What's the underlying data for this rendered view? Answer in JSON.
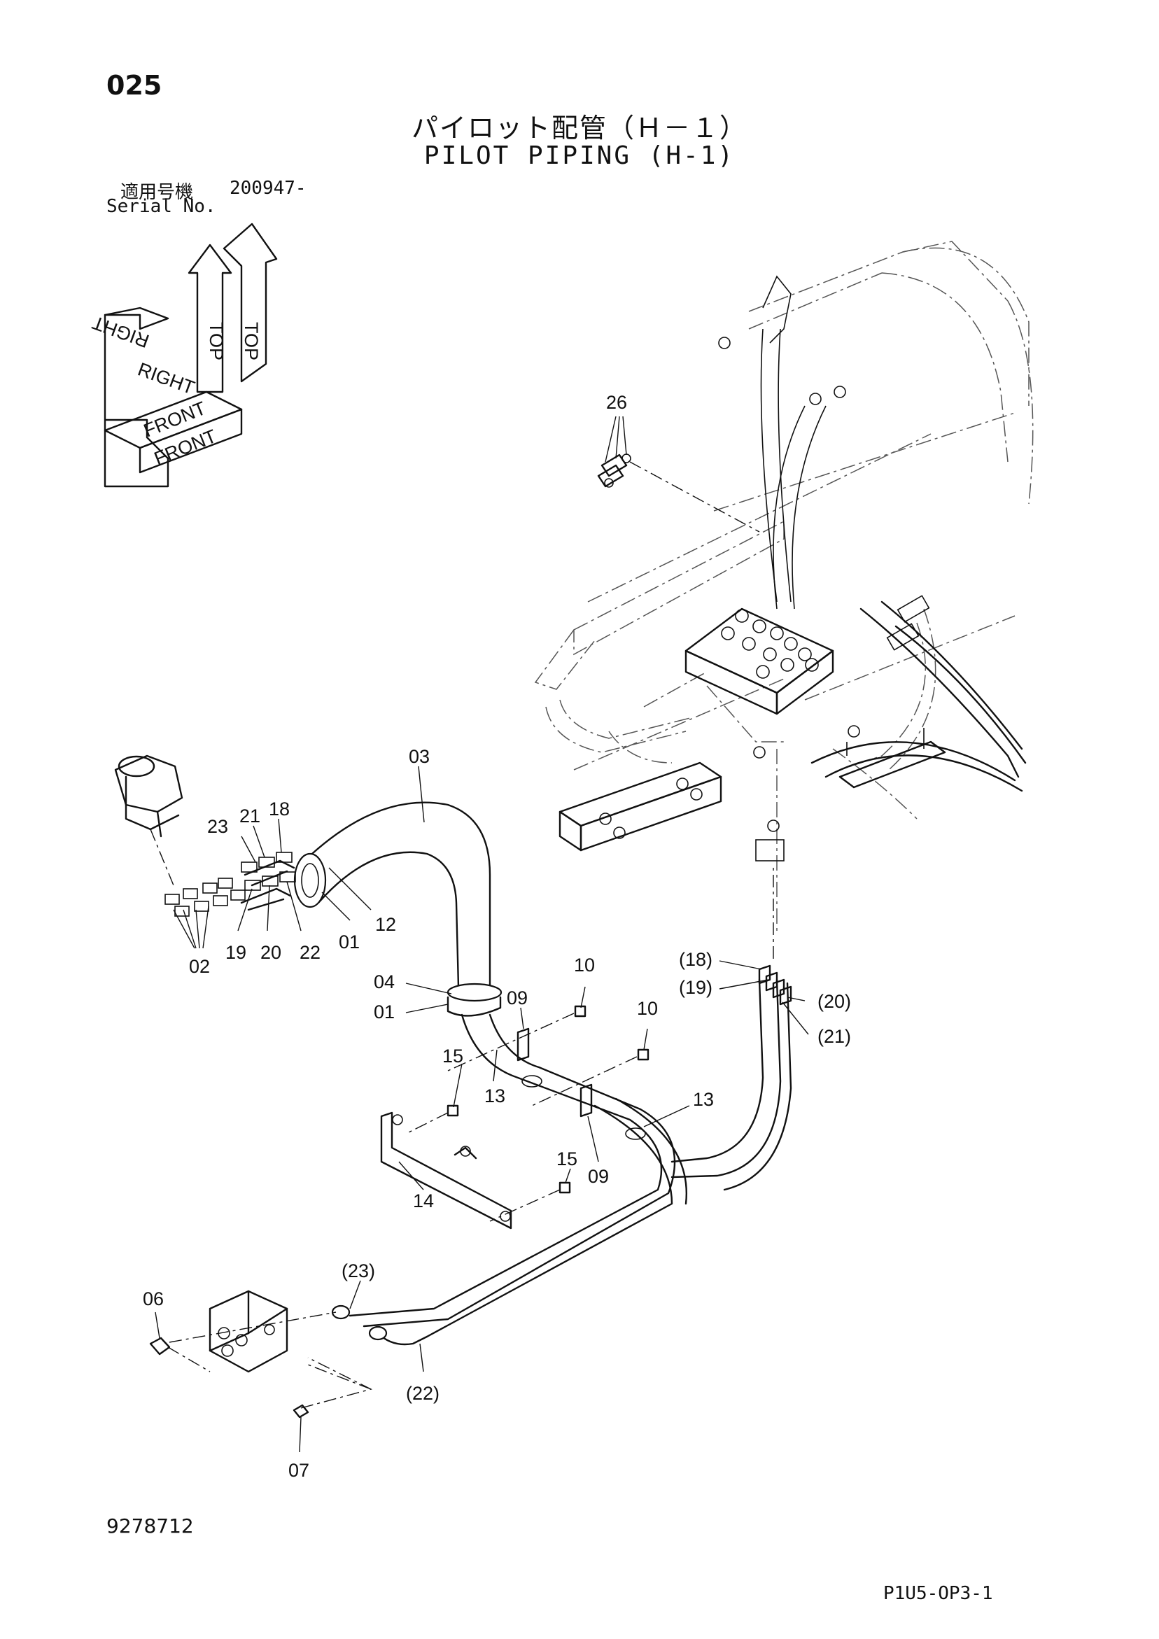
{
  "header": {
    "page_number": "025",
    "title_jp": "パイロット配管（Ｈ－１）",
    "title_en": "PILOT PIPING (H-1)",
    "serial_label_jp": "適用号機",
    "serial_number": "200947-",
    "serial_label_en": "Serial No."
  },
  "orientation": {
    "top": "TOP",
    "right": "RIGHT",
    "front": "FRONT"
  },
  "callouts": [
    {
      "id": "c26",
      "text": "26"
    },
    {
      "id": "c03",
      "text": "03"
    },
    {
      "id": "c23",
      "text": "23"
    },
    {
      "id": "c21",
      "text": "21"
    },
    {
      "id": "c18",
      "text": "18"
    },
    {
      "id": "c12",
      "text": "12"
    },
    {
      "id": "c19",
      "text": "19"
    },
    {
      "id": "c20",
      "text": "20"
    },
    {
      "id": "c22",
      "text": "22"
    },
    {
      "id": "c01a",
      "text": "01"
    },
    {
      "id": "c02",
      "text": "02"
    },
    {
      "id": "c04",
      "text": "04"
    },
    {
      "id": "c01b",
      "text": "01"
    },
    {
      "id": "c09a",
      "text": "09"
    },
    {
      "id": "c10a",
      "text": "10"
    },
    {
      "id": "c10b",
      "text": "10"
    },
    {
      "id": "c15a",
      "text": "15"
    },
    {
      "id": "c13a",
      "text": "13"
    },
    {
      "id": "c13b",
      "text": "13"
    },
    {
      "id": "c15b",
      "text": "15"
    },
    {
      "id": "c09b",
      "text": "09"
    },
    {
      "id": "c14",
      "text": "14"
    },
    {
      "id": "c18p",
      "text": "(18)"
    },
    {
      "id": "c19p",
      "text": "(19)"
    },
    {
      "id": "c20p",
      "text": "(20)"
    },
    {
      "id": "c21p",
      "text": "(21)"
    },
    {
      "id": "c23p",
      "text": "(23)"
    },
    {
      "id": "c06",
      "text": "06"
    },
    {
      "id": "c22p",
      "text": "(22)"
    },
    {
      "id": "c07",
      "text": "07"
    }
  ],
  "footer": {
    "doc_number": "9278712",
    "page_code": "P1U5-OP3-1"
  }
}
